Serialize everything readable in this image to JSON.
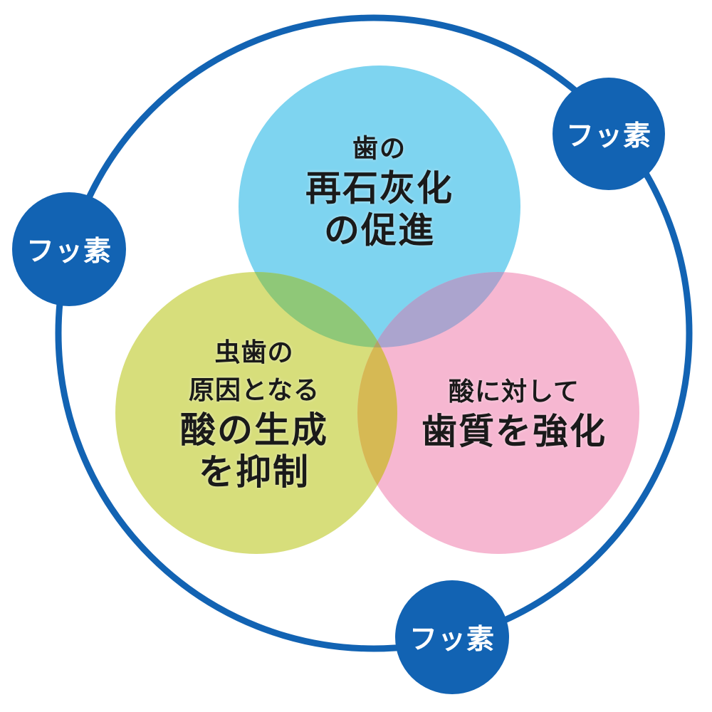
{
  "venn": {
    "top": {
      "topic": "remineralization",
      "lines": [
        "歯の",
        "再石灰化",
        "の促進"
      ]
    },
    "left": {
      "topic": "acid-production-suppression",
      "lines": [
        "虫歯の",
        "原因となる",
        "酸の生成",
        "を抑制"
      ]
    },
    "right": {
      "topic": "tooth-strengthening",
      "lines": [
        "酸に対して",
        "歯質を強化"
      ]
    }
  },
  "badges": {
    "left": "フッ素",
    "top_right": "フッ素",
    "bottom": "フッ素"
  },
  "colors": {
    "ring": "#1263B3",
    "badge": "#1263B3",
    "badge_text": "#FFFFFF",
    "label_text": "#1A1A1A",
    "circle_top": "#7ED4F0",
    "circle_left": "#D7DE7B",
    "circle_right": "#F6B7D1",
    "overlap_top_left": "#8FC878",
    "overlap_top_right": "#ABA4CE",
    "overlap_left_right": "#D6B954",
    "overlap_center": "#B1A567"
  }
}
